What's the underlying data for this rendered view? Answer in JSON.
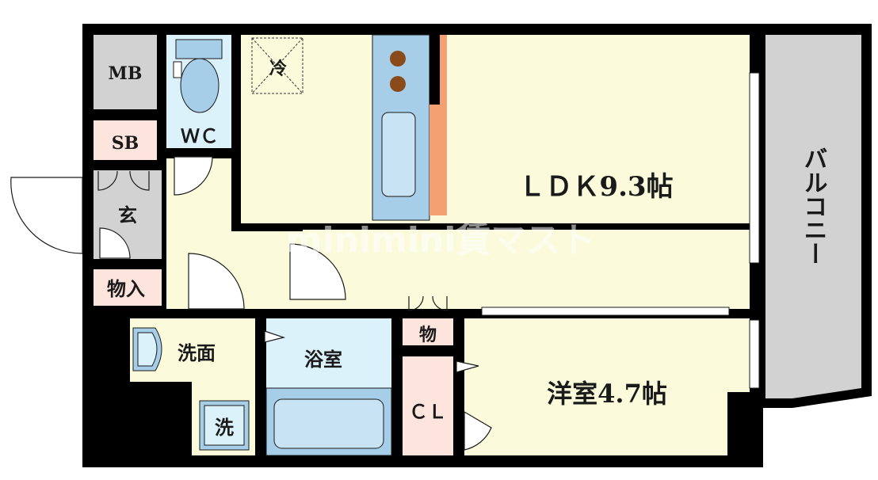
{
  "rooms": {
    "mb": "MB",
    "sb": "SB",
    "wc": "ＷＣ",
    "fridge": "冷",
    "entrance": "玄",
    "storage": "物入",
    "ldk": "ＬＤＫ9.3帖",
    "balcony": "バルコニー",
    "closet_small": "物",
    "washroom": "洗面",
    "bath": "浴室",
    "closet": "ＣＬ",
    "western_room": "洋室4.7帖",
    "washer": "洗"
  },
  "watermark": "minimini賃マスト",
  "colors": {
    "wall": "#000000",
    "floor": "#fbfbdc",
    "wet_area": "#dcf2fb",
    "gray_area": "#d2d2d2",
    "closet_pink": "#fde4dc",
    "bathtub": "#a6cee8",
    "counter_orange": "#f4a073"
  }
}
